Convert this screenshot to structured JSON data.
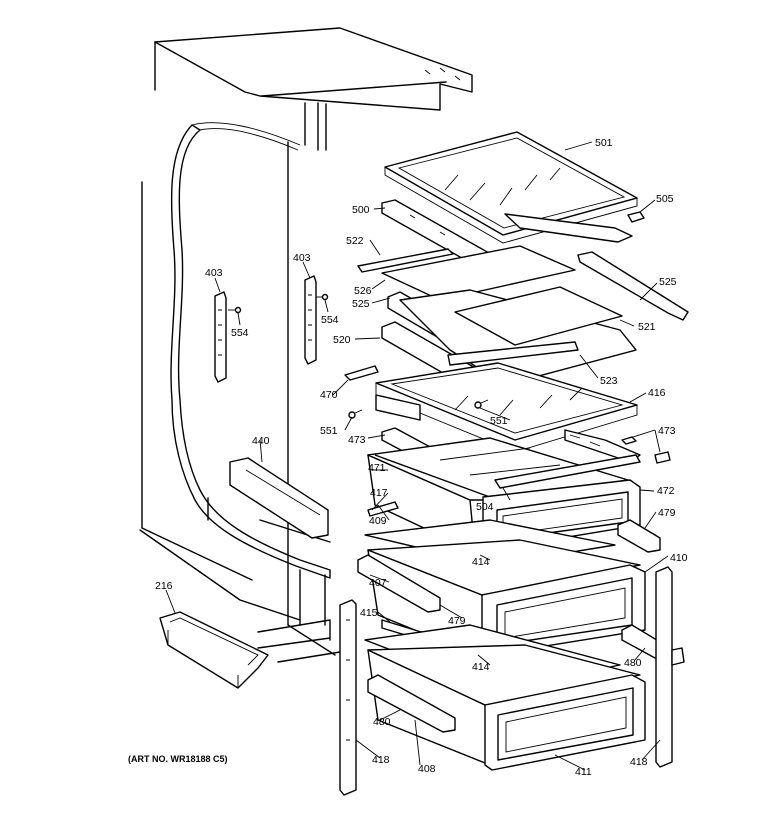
{
  "art_number": "(ART NO. WR18188 C5)",
  "parts": {
    "p501": "501",
    "p505": "505",
    "p500": "500",
    "p522": "522",
    "p525a": "525",
    "p526": "526",
    "p525b": "525",
    "p521": "521",
    "p520": "520",
    "p523": "523",
    "p470": "470",
    "p416": "416",
    "p551a": "551",
    "p551b": "551",
    "p473a": "473",
    "p473b": "473",
    "p471": "471",
    "p472": "472",
    "p417": "417",
    "p504": "504",
    "p409": "409",
    "p479a": "479",
    "p414a": "414",
    "p410": "410",
    "p407": "407",
    "p479b": "479",
    "p415": "415",
    "p414b": "414",
    "p480a": "480",
    "p480b": "480",
    "p418a": "418",
    "p418b": "418",
    "p408": "408",
    "p411": "411",
    "p403a": "403",
    "p403b": "403",
    "p554a": "554",
    "p554b": "554",
    "p440": "440",
    "p216": "216"
  }
}
